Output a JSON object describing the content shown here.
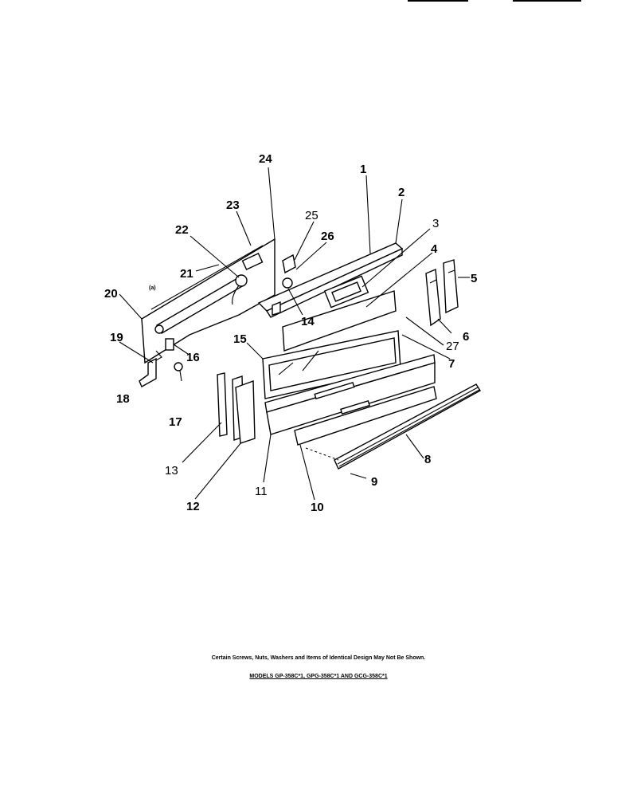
{
  "diagram": {
    "callouts": [
      {
        "id": "1",
        "text": "1"
      },
      {
        "id": "2",
        "text": "2"
      },
      {
        "id": "3",
        "text": "3"
      },
      {
        "id": "4",
        "text": "4"
      },
      {
        "id": "5",
        "text": "5"
      },
      {
        "id": "6",
        "text": "6"
      },
      {
        "id": "7",
        "text": "7"
      },
      {
        "id": "8",
        "text": "8"
      },
      {
        "id": "9",
        "text": "9"
      },
      {
        "id": "10",
        "text": "10"
      },
      {
        "id": "11",
        "text": "11"
      },
      {
        "id": "12",
        "text": "12"
      },
      {
        "id": "13",
        "text": "13"
      },
      {
        "id": "14",
        "text": "14"
      },
      {
        "id": "15",
        "text": "15"
      },
      {
        "id": "16",
        "text": "16"
      },
      {
        "id": "17",
        "text": "17"
      },
      {
        "id": "18",
        "text": "18"
      },
      {
        "id": "19",
        "text": "19"
      },
      {
        "id": "20",
        "text": "20"
      },
      {
        "id": "21",
        "text": "21"
      },
      {
        "id": "22",
        "text": "22"
      },
      {
        "id": "23",
        "text": "23"
      },
      {
        "id": "24",
        "text": "24"
      },
      {
        "id": "25",
        "text": "25"
      },
      {
        "id": "26",
        "text": "26"
      },
      {
        "id": "27",
        "text": "27"
      }
    ],
    "small_mark": "(a)"
  },
  "notes": {
    "disclaimer": "Certain Screws, Nuts, Washers and Items of Identical Design May Not Be Shown.",
    "models": "MODELS GP-358C*1, GPG-358C*1 AND GCG-358C*1"
  }
}
